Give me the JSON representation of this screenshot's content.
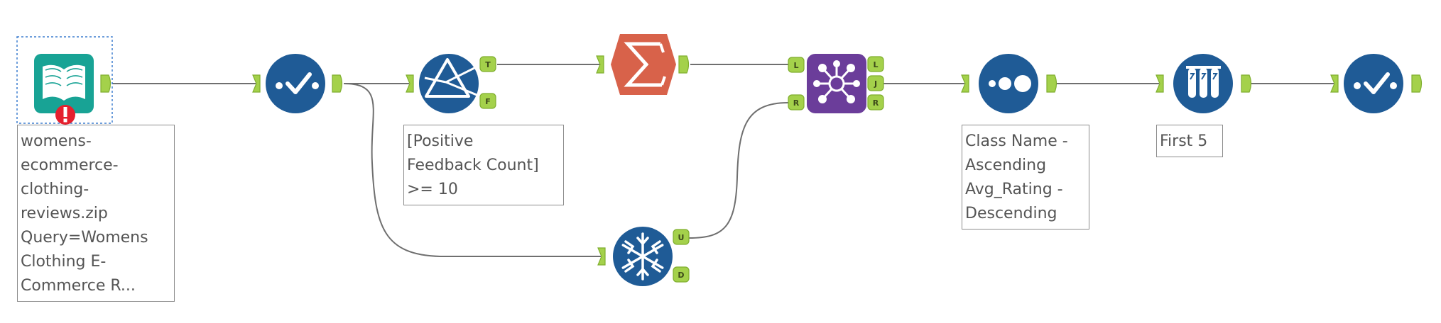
{
  "canvas": {
    "background": "#ffffff"
  },
  "colors": {
    "anchor_fill": "#a4d14b",
    "anchor_stroke": "#7fae2e",
    "tool_blue": "#1f5b96",
    "summarize_orange": "#d8624a",
    "join_purple": "#6b3d9a",
    "input_teal": "#18a395",
    "error_red": "#e5202e",
    "connector": "#6f6f6f",
    "selection": "#3e7ecf"
  },
  "tools": [
    {
      "id": "input",
      "icon": "book-icon",
      "annotation": "womens-\necommerce-\nclothing-\nreviews.zip\nQuery=Womens\nClothing E-\nCommerce R...",
      "error": true,
      "selected": true
    },
    {
      "id": "select-1",
      "icon": "check-icon"
    },
    {
      "id": "filter",
      "icon": "prism-icon",
      "annotation": "[Positive\nFeedback Count]\n>= 10",
      "anchors_out": [
        "T",
        "F"
      ]
    },
    {
      "id": "summarize",
      "icon": "sigma-icon"
    },
    {
      "id": "unique",
      "icon": "snowflake-icon",
      "anchors_out": [
        "U",
        "D"
      ]
    },
    {
      "id": "join",
      "icon": "join-icon",
      "anchors_in": [
        "L",
        "R"
      ],
      "anchors_out": [
        "L",
        "J",
        "R"
      ]
    },
    {
      "id": "sort",
      "icon": "dots-icon",
      "annotation": "Class Name -\nAscending\nAvg_Rating -\nDescending"
    },
    {
      "id": "sample",
      "icon": "test-tubes-icon",
      "annotation": "First 5"
    },
    {
      "id": "select-2",
      "icon": "check-icon"
    }
  ]
}
